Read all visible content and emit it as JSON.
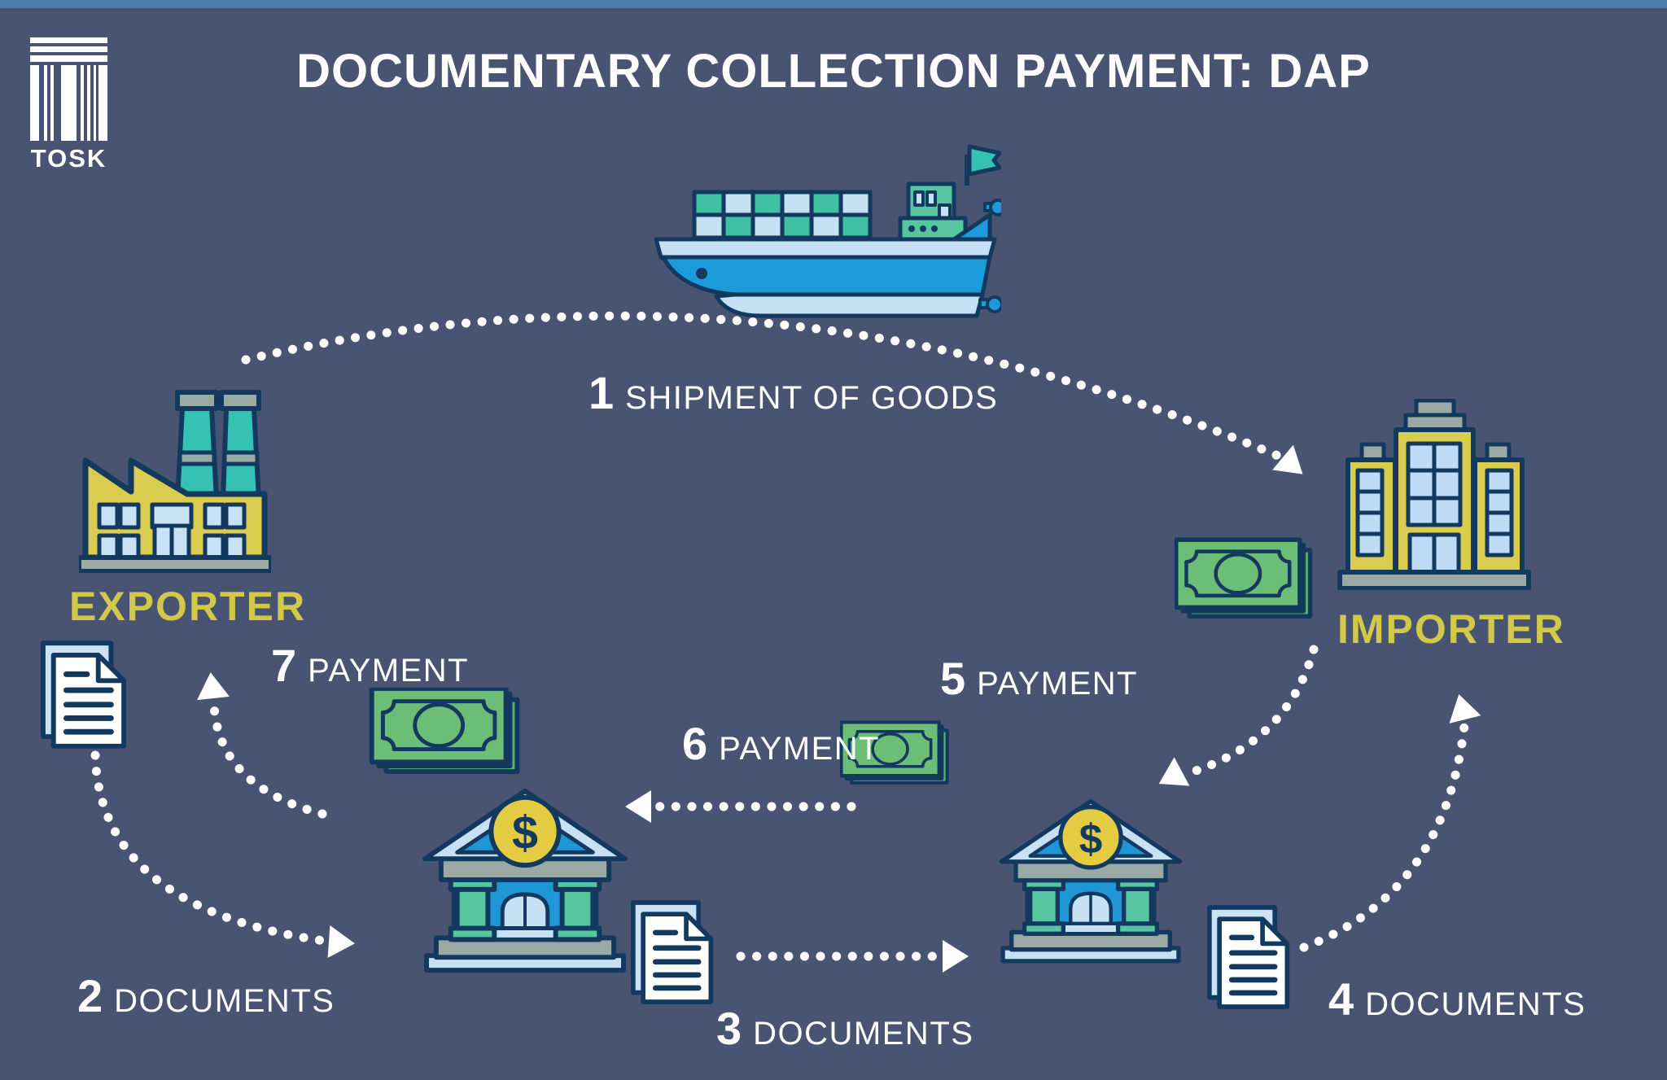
{
  "page": {
    "background_color": "#485471",
    "top_bar_color": "#4e7cab"
  },
  "header": {
    "logo_text": "TOSK",
    "title": "DOCUMENTARY COLLECTION PAYMENT: DAP"
  },
  "entities": {
    "exporter": {
      "label": "EXPORTER"
    },
    "importer": {
      "label": "IMPORTER"
    },
    "bank_coin_symbol": "$"
  },
  "steps": [
    {
      "num": "1",
      "label": "SHIPMENT OF GOODS"
    },
    {
      "num": "2",
      "label": "DOCUMENTS"
    },
    {
      "num": "3",
      "label": "DOCUMENTS"
    },
    {
      "num": "4",
      "label": "DOCUMENTS"
    },
    {
      "num": "5",
      "label": "PAYMENT"
    },
    {
      "num": "6",
      "label": "PAYMENT"
    },
    {
      "num": "7",
      "label": "PAYMENT"
    }
  ],
  "colors": {
    "outline_navy": "#14395e",
    "yellow_building": "#d9cc4e",
    "yellow_text": "#d2c84a",
    "gold_coin": "#e3cc41",
    "teal": "#35c1b4",
    "container_teal": "#3fc0a2",
    "column_green": "#57c5a0",
    "bright_blue": "#1b9bda",
    "facade_blue": "#2196d6",
    "light_blue": "#c6e0f4",
    "window_blue": "#bedcf6",
    "money_green": "#6cbd76",
    "gray": "#9ba9a4",
    "white": "#ffffff"
  }
}
